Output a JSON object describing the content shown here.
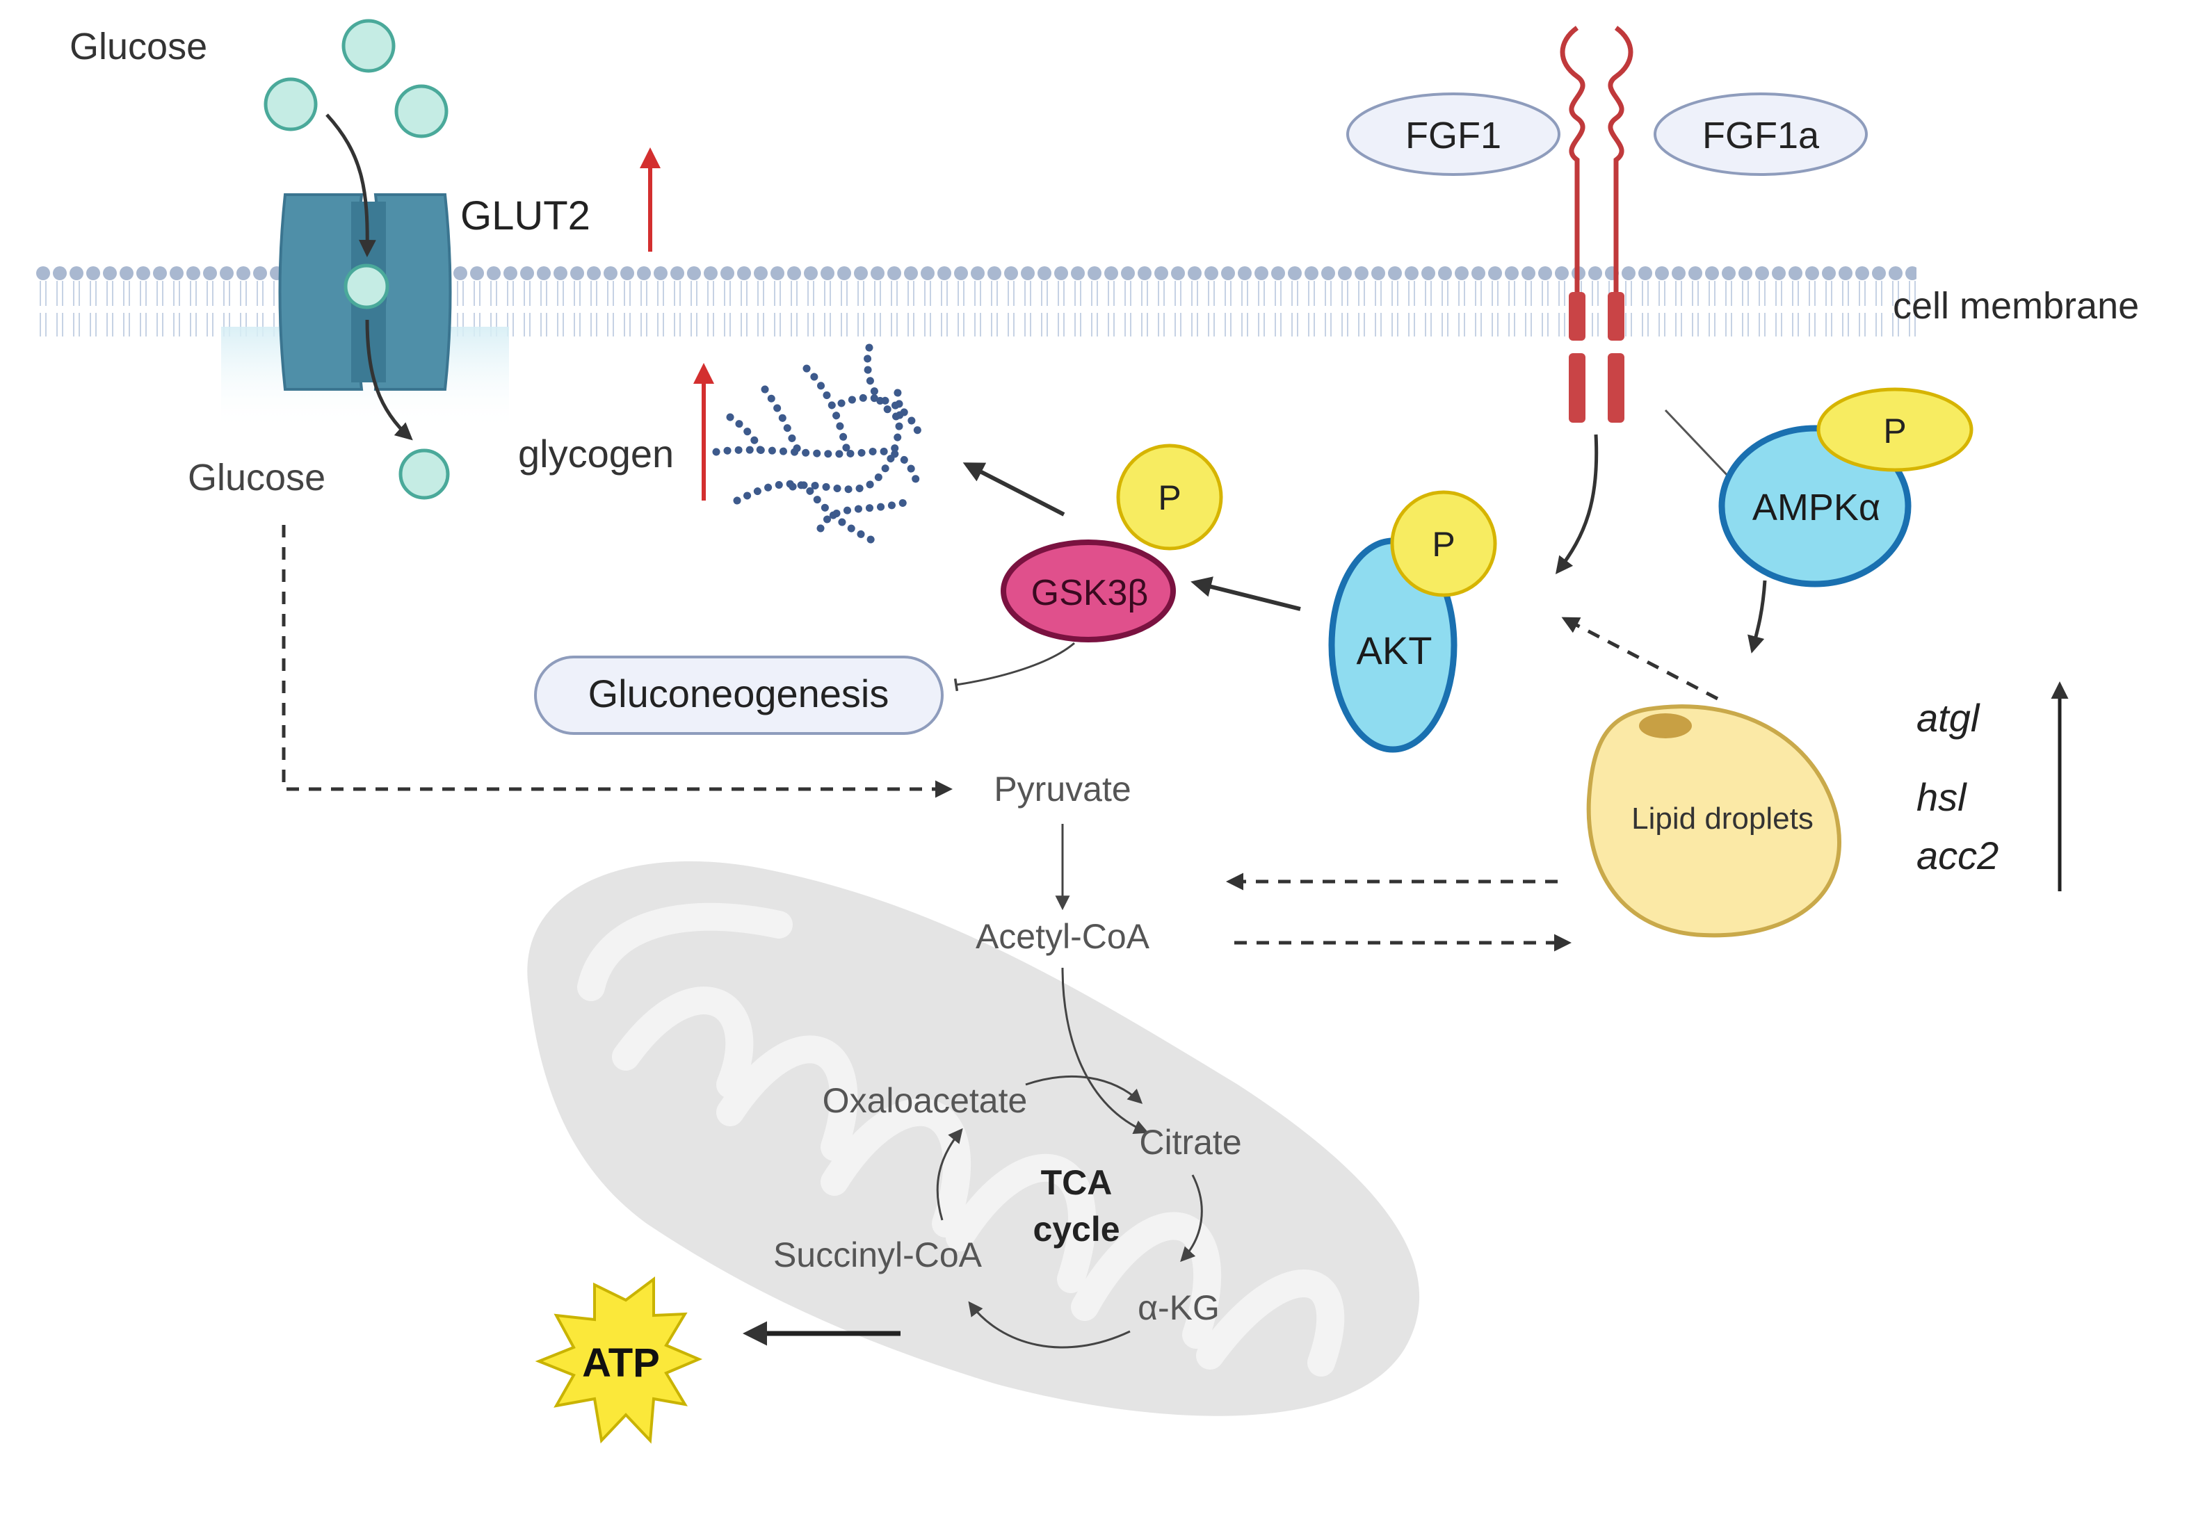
{
  "labels": {
    "glucose_outside": "Glucose",
    "glut2": "GLUT2",
    "cell_membrane": "cell membrane",
    "glucose_inside": "Glucose",
    "glycogen": "glycogen",
    "fgf1": "FGF1",
    "fgf1a": "FGF1a",
    "p_gsk": "P",
    "gsk3b": "GSK3β",
    "p_akt": "P",
    "akt": "AKT",
    "p_ampk": "P",
    "ampk": "AMPKα",
    "gluconeogenesis": "Gluconeogenesis",
    "pyruvate": "Pyruvate",
    "acetyl_coa": "Acetyl-CoA",
    "lipid_droplets": "Lipid droplets",
    "atgl": "atgl",
    "hsl": "hsl",
    "acc2": "acc2",
    "oxaloacetate": "Oxaloacetate",
    "citrate": "Citrate",
    "tca_line1": "TCA",
    "tca_line2": "cycle",
    "succinyl_coa": "Succinyl-CoA",
    "akg": "α-KG",
    "atp": "ATP"
  },
  "colors": {
    "membrane": "#a9b8d0",
    "glut2": "#4f8fa8",
    "glucose": "#c5ece4",
    "receptor": "#c0393b",
    "gsk3b": "#e0508c",
    "phospho": "#f7ec61",
    "kinase": "#8fdcf0",
    "up_arrow_red": "#d32f2f",
    "mitochondrion": "#e3e3e3",
    "lipid": "#fbe9a6",
    "atp_star": "#fbe83a"
  }
}
